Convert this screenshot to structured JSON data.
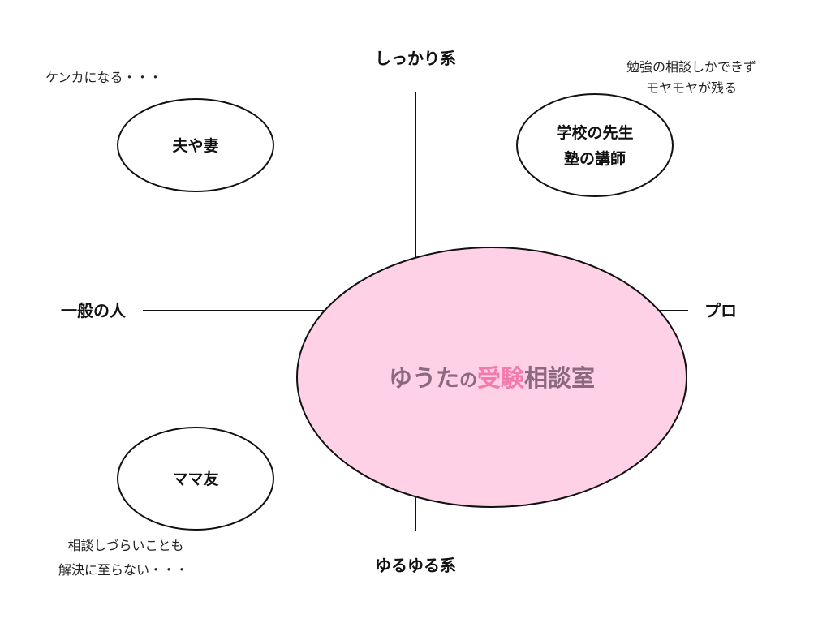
{
  "axes": {
    "top": "しっかり系",
    "bottom": "ゆるゆる系",
    "left": "一般の人",
    "right": "プロ"
  },
  "nodes": {
    "spouse": "夫や妻",
    "teacher": [
      "学校の先生",
      "塾の講師"
    ],
    "mama_friend": "ママ友"
  },
  "notes": {
    "spouse": "ケンカになる・・・",
    "teacher": [
      "勉強の相談しかできず",
      "モヤモヤが残る"
    ],
    "mama_friend": [
      "相談しづらいことも",
      "解決に至らない・・・"
    ]
  },
  "center": {
    "part1": "ゆうた",
    "part2": "の",
    "part3": "受験",
    "part4": "相談室"
  },
  "colors": {
    "center_fill": "#ffd1e7",
    "center_text": "#8b6a80",
    "accent": "#f47aaa"
  }
}
